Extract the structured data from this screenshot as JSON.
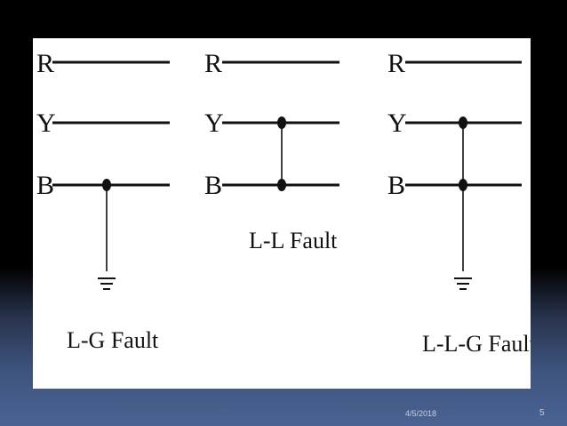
{
  "diagram": {
    "panels": [
      {
        "id": "lg",
        "phase_labels": [
          "R",
          "Y",
          "B"
        ],
        "caption": "L-G Fault"
      },
      {
        "id": "ll",
        "phase_labels": [
          "R",
          "Y",
          "B"
        ],
        "caption": "L-L Fault"
      },
      {
        "id": "llg",
        "phase_labels": [
          "R",
          "Y",
          "B"
        ],
        "caption": "L-L-G Fault"
      }
    ]
  },
  "footer": {
    "date": "4/5/2018",
    "page_number": "5"
  }
}
